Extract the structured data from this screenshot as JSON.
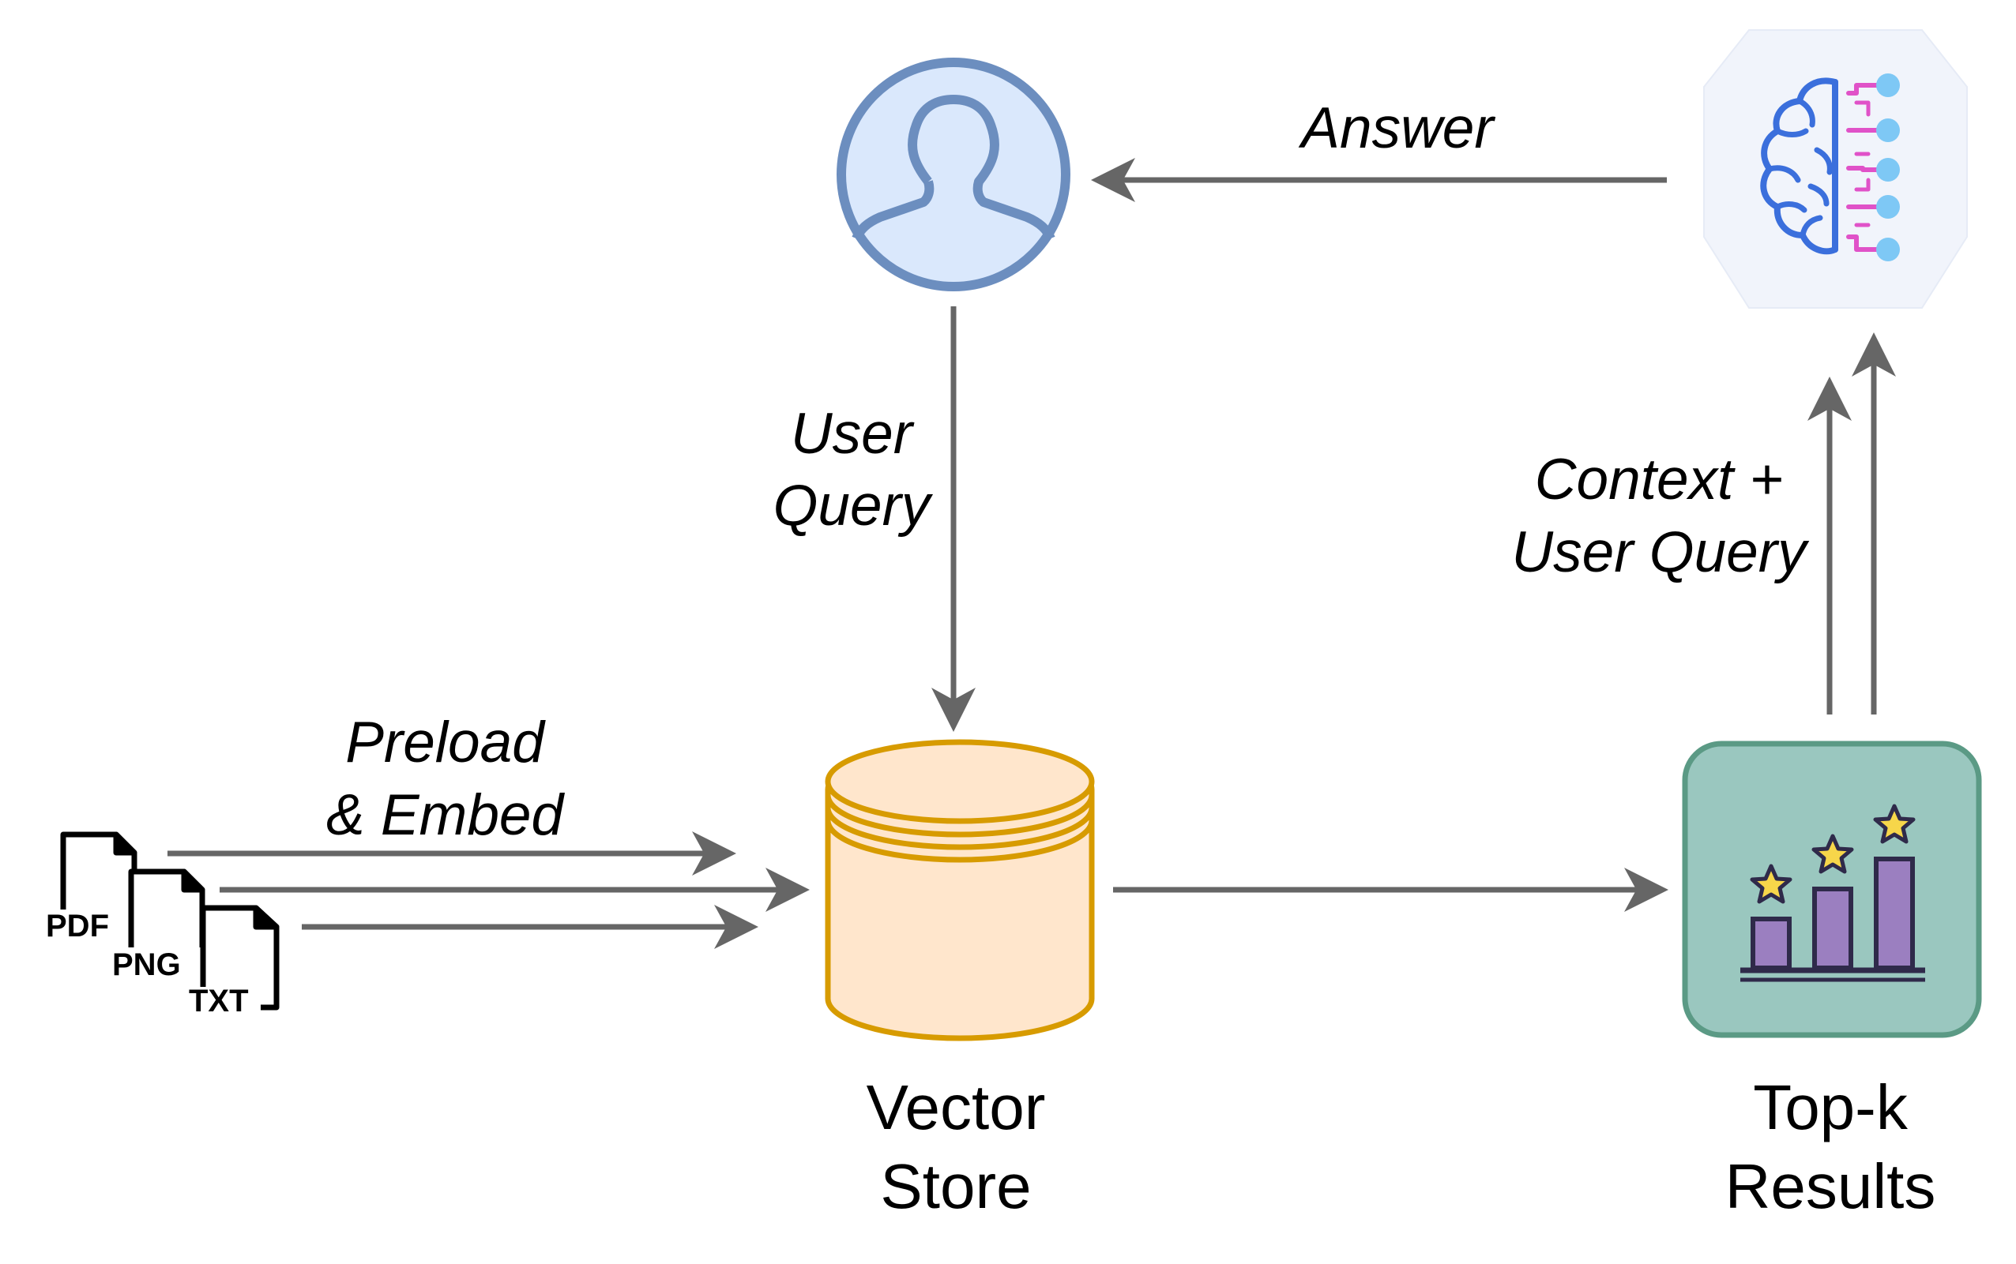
{
  "diagram": {
    "colors": {
      "arrow": "#666666",
      "user_fill": "#dae8fc",
      "user_stroke": "#6c8ebf",
      "store_fill": "#ffe6cc",
      "store_stroke": "#d79b00",
      "results_fill": "#9ac7bf",
      "results_stroke": "#5b9a85",
      "bar_fill": "#9b7fc0",
      "star_fill": "#f7d64a",
      "brain_stroke": "#3b6fdc",
      "brain_circuit": "#e052c8",
      "brain_node": "#7ec8f5",
      "hex_fill": "#f1f4fb"
    },
    "nodes": {
      "user": {
        "icon": "user-icon"
      },
      "llm": {
        "icon": "brain-circuit-icon"
      },
      "vector_store": {
        "icon": "database-cylinder-icon",
        "label_lines": [
          "Vector",
          "Store"
        ]
      },
      "top_k": {
        "icon": "ranked-bar-chart-icon",
        "label_lines": [
          "Top-k",
          "Results"
        ]
      },
      "files": {
        "icon": "document-stack-icon",
        "types": [
          "PDF",
          "PNG",
          "TXT"
        ]
      }
    },
    "edge_labels": {
      "answer": [
        "Answer"
      ],
      "user_query": [
        "User",
        "Query"
      ],
      "context": [
        "Context +",
        "User Query"
      ],
      "preload": [
        "Preload",
        "& Embed"
      ]
    }
  }
}
